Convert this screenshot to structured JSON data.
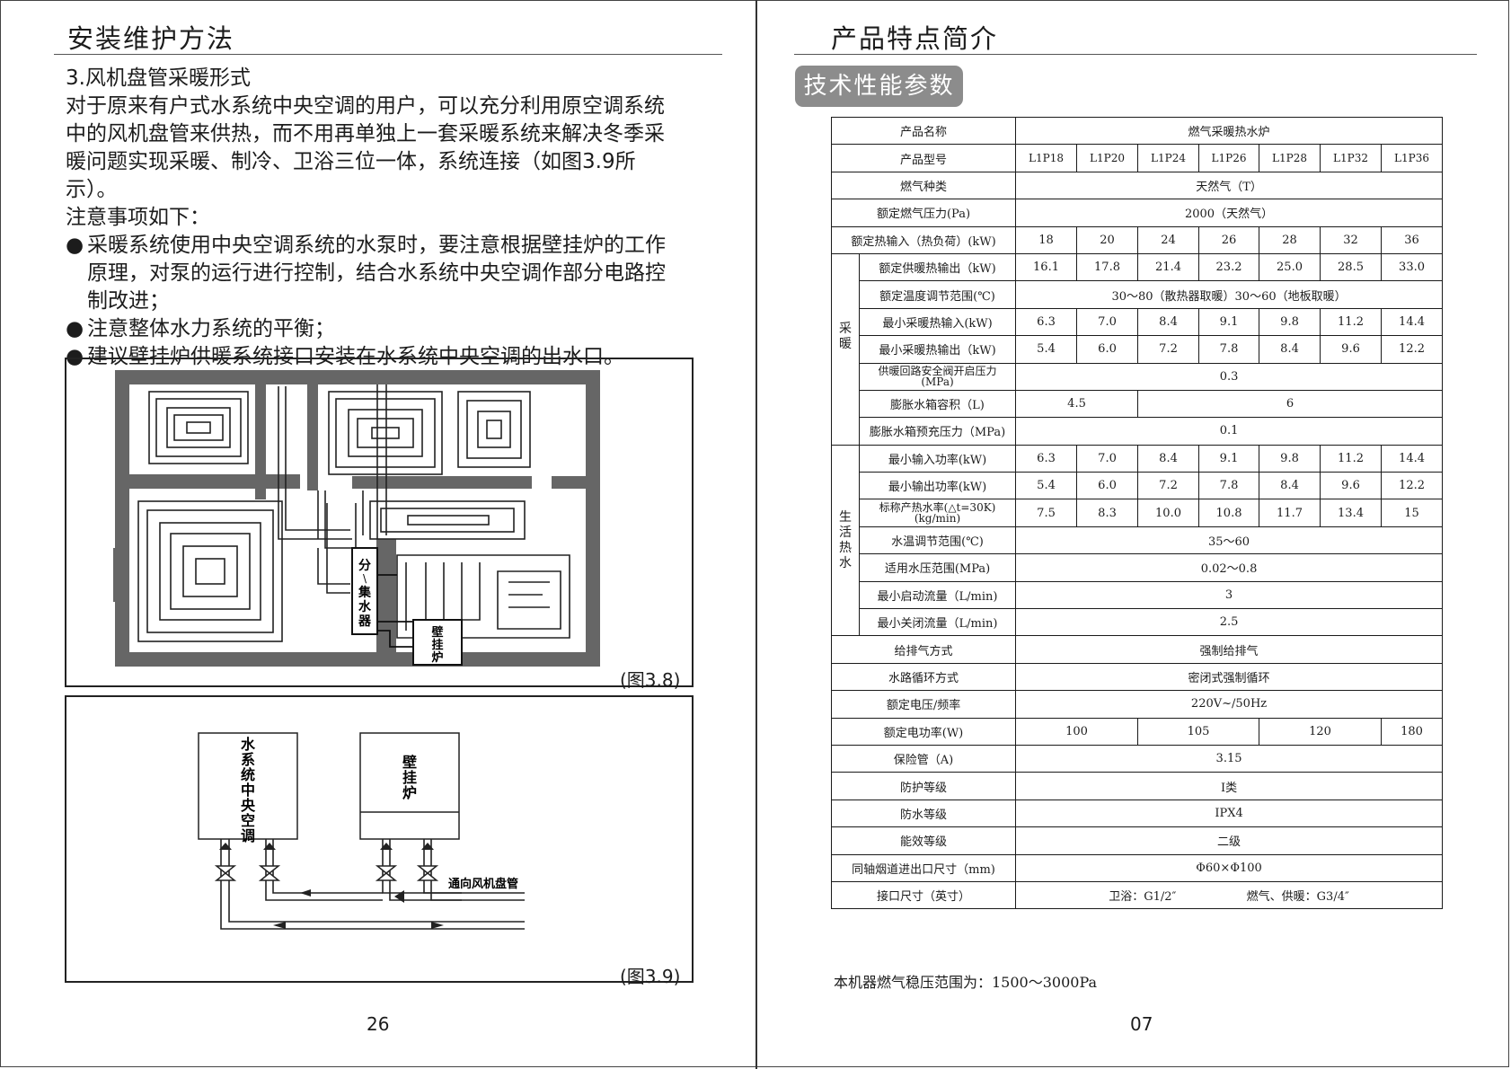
{
  "left_page": {
    "header": "安装维护方法",
    "section_title": "3.风机盘管采暖形式",
    "paragraph_lines": [
      "对于原来有户式水系统中央空调的用户，可以充分利用原空调系统",
      "中的风机盘管来供热，而不用再单独上一套采暖系统来解决冬季采",
      "暖问题实现采暖、制冷、卫浴三位一体，系统连接（如图3.9所示）。"
    ],
    "notes_intro": "注意事项如下：",
    "bullets": [
      {
        "lines": [
          "采暖系统使用中央空调系统的水泵时，要注意根据壁挂炉的工作",
          "原理，对泵的运行进行控制，结合水系统中央空调作部分电路控",
          "制改进；"
        ]
      },
      {
        "lines": [
          "注意整体水力系统的平衡；"
        ]
      },
      {
        "lines": [
          "建议壁挂炉供暖系统接口安装在水系统中央空调的出水口。"
        ]
      }
    ],
    "bullet_symbol": "●",
    "fig38": {
      "caption": "(图3.8)",
      "manifold_label": [
        "分",
        "集",
        "水",
        "器"
      ],
      "manifold_slash": "\\",
      "boiler_label": [
        "壁",
        "挂",
        "炉"
      ]
    },
    "fig39": {
      "caption": "(图3.9)",
      "ac_label": [
        "水",
        "系",
        "统",
        "中",
        "央",
        "空",
        "调"
      ],
      "boiler_label": [
        "壁",
        "挂",
        "炉"
      ],
      "pipe_label": "通向风机盘管"
    },
    "page_number": "26"
  },
  "right_page": {
    "header": "产品特点简介",
    "tag": "技术性能参数",
    "page_number": "07",
    "footnote": "本机器燃气稳压范围为：1500～3000Pa",
    "table": {
      "product_name_label": "产品名称",
      "product_name": "燃气采暖热水炉",
      "model_label": "产品型号",
      "models": [
        "L1P18",
        "L1P20",
        "L1P24",
        "L1P26",
        "L1P28",
        "L1P32",
        "L1P36"
      ],
      "gas_type_label": "燃气种类",
      "gas_type": "天然气（T）",
      "gas_pressure_label": "额定燃气压力(Pa)",
      "gas_pressure": "2000（天然气）",
      "heat_input_label": "额定热输入（热负荷）(kW)",
      "heat_input": [
        "18",
        "20",
        "24",
        "26",
        "28",
        "32",
        "36"
      ],
      "heating_group": [
        "采",
        "暖"
      ],
      "heating_rows": {
        "output_label": "额定供暖热输出（kW)",
        "output": [
          "16.1",
          "17.8",
          "21.4",
          "23.2",
          "25.0",
          "28.5",
          "33.0"
        ],
        "temp_range_label": "额定温度调节范围(℃)",
        "temp_range": "30～80（散热器取暖）30～60（地板取暖）",
        "min_input_label": "最小采暖热输入(kW)",
        "min_input": [
          "6.3",
          "7.0",
          "8.4",
          "9.1",
          "9.8",
          "11.2",
          "14.4"
        ],
        "min_output_label": "最小采暖热输出（kW)",
        "min_output": [
          "5.4",
          "6.0",
          "7.2",
          "7.8",
          "8.4",
          "9.6",
          "12.2"
        ],
        "valve_label_1": "供暖回路安全阀开启压力",
        "valve_label_2": "(MPa)",
        "valve": "0.3",
        "tank_volume_label": "膨胀水箱容积（L)",
        "tank_volume": [
          "4.5",
          "6"
        ],
        "tank_pressure_label": "膨胀水箱预充压力（MPa)",
        "tank_pressure": "0.1"
      },
      "dhw_group": [
        "生",
        "活",
        "热",
        "水"
      ],
      "dhw_rows": {
        "min_input_label": "最小输入功率(kW)",
        "min_input": [
          "6.3",
          "7.0",
          "8.4",
          "9.1",
          "9.8",
          "11.2",
          "14.4"
        ],
        "min_output_label": "最小输出功率(kW)",
        "min_output": [
          "5.4",
          "6.0",
          "7.2",
          "7.8",
          "8.4",
          "9.6",
          "12.2"
        ],
        "rate_label_1": "标称产热水率(△t=30K)",
        "rate_label_2": "(kg/min)",
        "rate": [
          "7.5",
          "8.3",
          "10.0",
          "10.8",
          "11.7",
          "13.4",
          "15"
        ],
        "temp_label": "水温调节范围(℃)",
        "temp": "35～60",
        "pressure_label": "适用水压范围(MPa)",
        "pressure": "0.02～0.8",
        "start_flow_label": "最小启动流量（L/min)",
        "start_flow": "3",
        "stop_flow_label": "最小关闭流量（L/min)",
        "stop_flow": "2.5"
      },
      "exhaust_label": "给排气方式",
      "exhaust": "强制给排气",
      "circulation_label": "水路循环方式",
      "circulation": "密闭式强制循环",
      "voltage_label": "额定电压/频率",
      "voltage": "220V~/50Hz",
      "power_label": "额定电功率(W)",
      "power": [
        "100",
        "105",
        "120",
        "180"
      ],
      "fuse_label": "保险管（A)",
      "fuse": "3.15",
      "protection_label": "防护等级",
      "protection": "I类",
      "waterproof_label": "防水等级",
      "waterproof": "IPX4",
      "efficiency_label": "能效等级",
      "efficiency": "二级",
      "flue_label": "同轴烟道进出口尺寸（mm)",
      "flue": "Φ60×Φ100",
      "connector_label": "接口尺寸（英寸）",
      "connector_bath": "卫浴：G1/2″",
      "connector_gas": "燃气、供暖：G3/4″"
    }
  }
}
